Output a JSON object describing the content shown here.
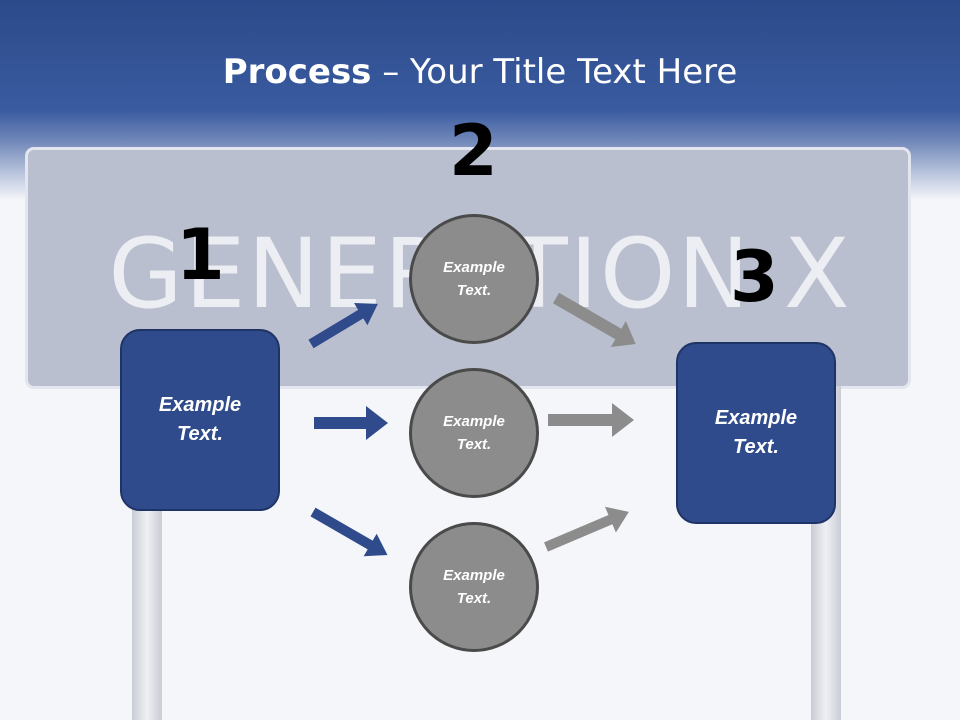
{
  "title": {
    "bold": "Process",
    "rest": " – Your Title Text Here"
  },
  "background_sign": {
    "text": "GENERATION X"
  },
  "steps": [
    {
      "number": "1",
      "label": "Example Text."
    },
    {
      "number": "2",
      "labels": [
        "Example Text.",
        "Example Text.",
        "Example Text."
      ]
    },
    {
      "number": "3",
      "label": "Example Text."
    }
  ],
  "colors": {
    "blue": "#2f4b8c",
    "gray": "#8c8c8c",
    "header": "#2b4a8a"
  }
}
